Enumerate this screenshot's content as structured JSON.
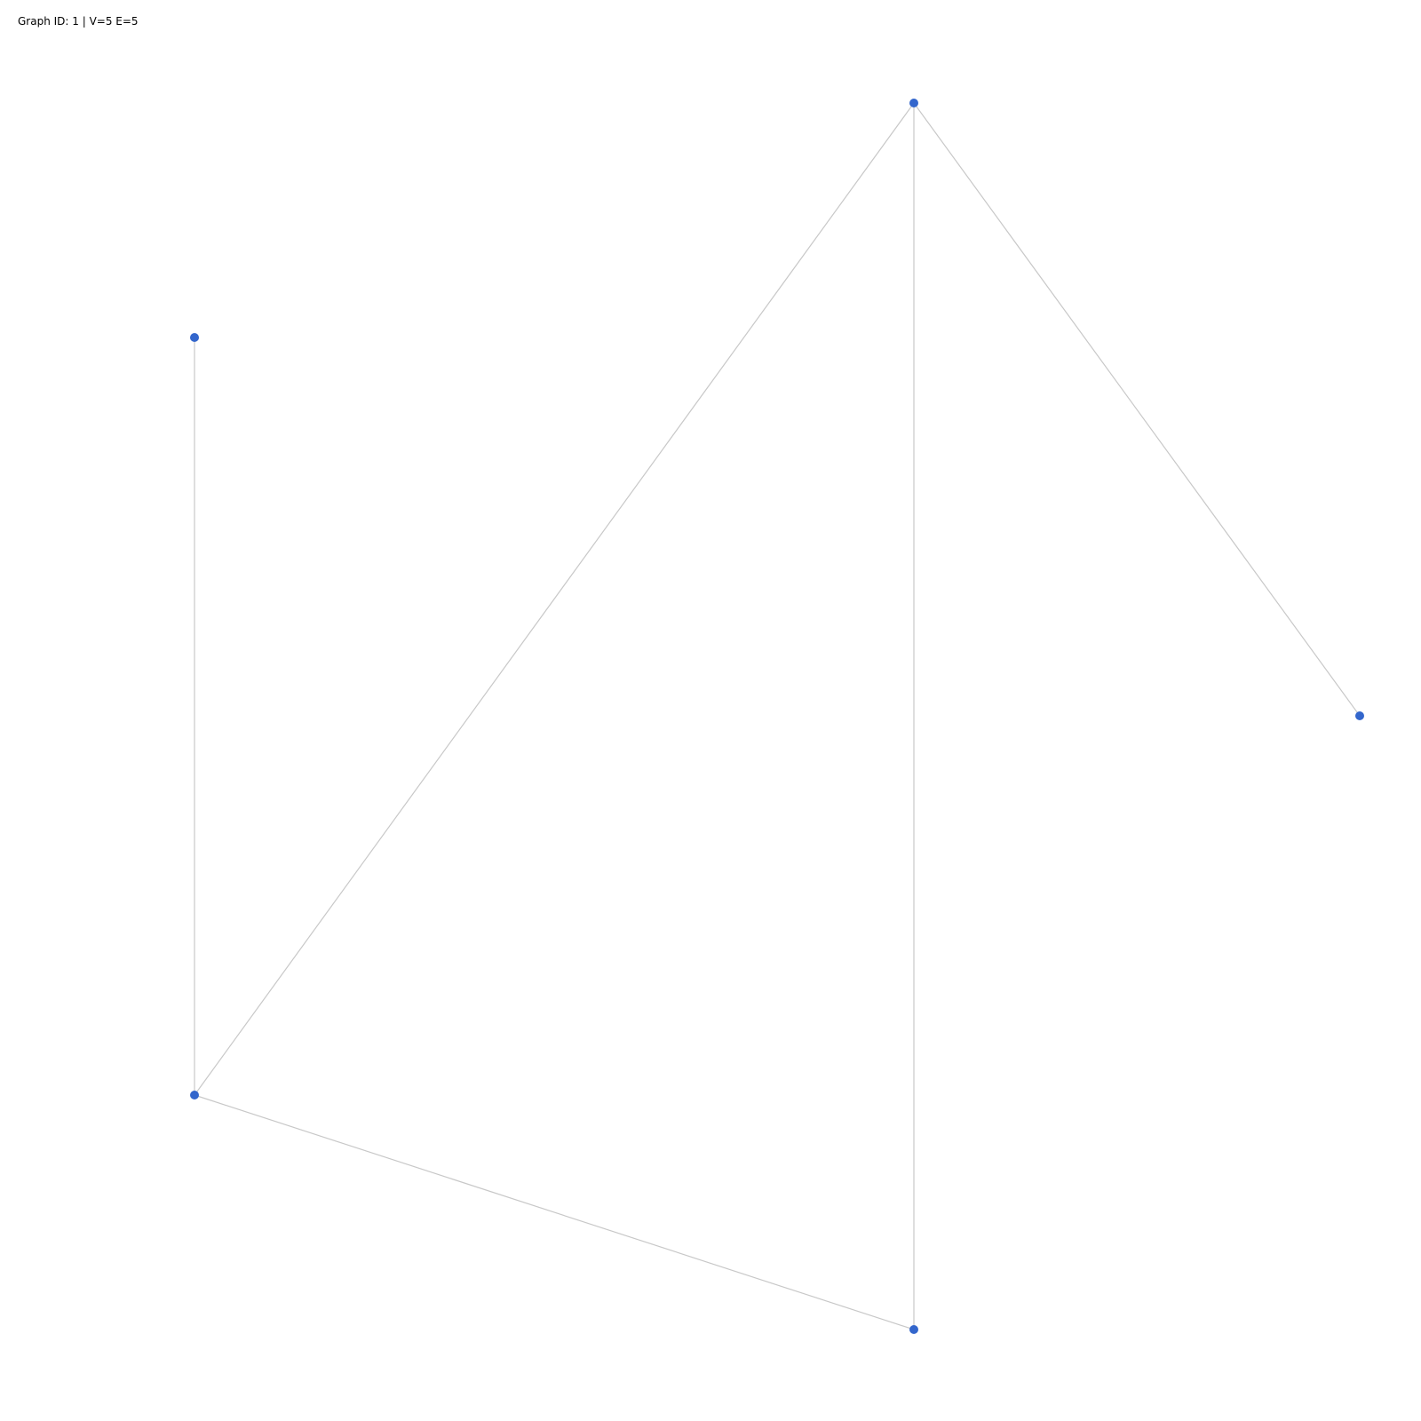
{
  "header": {
    "text": "Graph ID: 1 | V=5 E=5"
  },
  "colors": {
    "node": "#3366cc",
    "edge": "#c8c8c8"
  },
  "graph": {
    "nodes": [
      {
        "id": "n1"
      },
      {
        "id": "n2"
      },
      {
        "id": "n3"
      },
      {
        "id": "n4"
      },
      {
        "id": "n5"
      }
    ],
    "edges": [
      [
        "n1",
        "n2"
      ],
      [
        "n2",
        "n3"
      ],
      [
        "n3",
        "n4"
      ],
      [
        "n4",
        "n2"
      ],
      [
        "n4",
        "n5"
      ]
    ]
  }
}
